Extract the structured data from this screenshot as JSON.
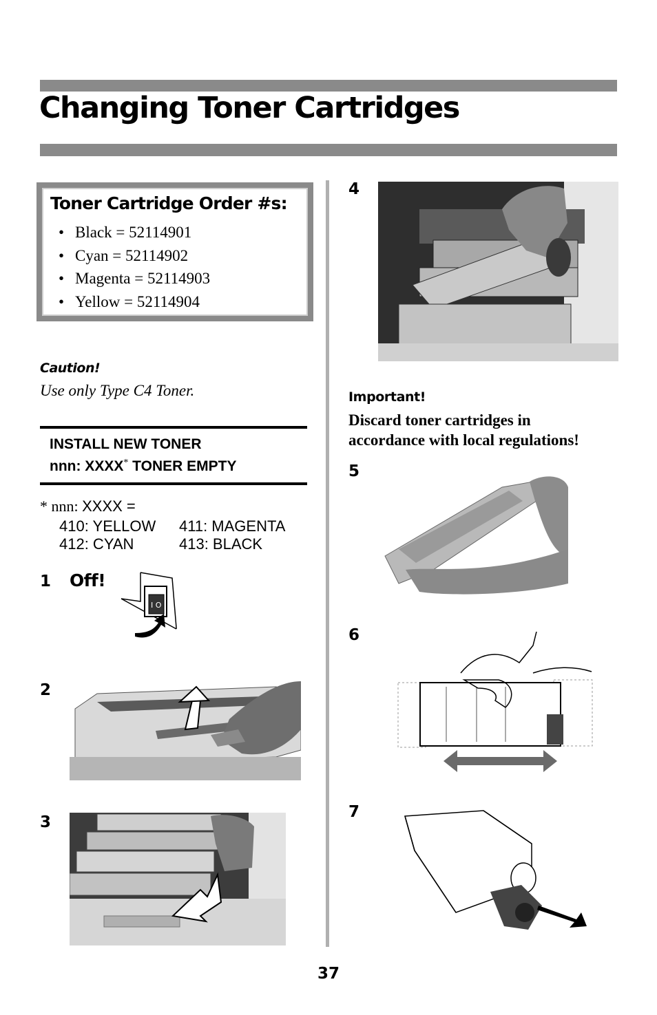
{
  "page": {
    "title": "Changing Toner Cartridges",
    "page_number": "37"
  },
  "order_box": {
    "heading": "Toner Cartridge Order #s:",
    "items": [
      {
        "bullet": "•",
        "text": "Black = 52114901"
      },
      {
        "bullet": "•",
        "text": "Cyan = 52114902"
      },
      {
        "bullet": "•",
        "text": "Magenta = 52114903"
      },
      {
        "bullet": "•",
        "text": "Yellow = 52114904"
      }
    ]
  },
  "caution": {
    "heading": "Caution!",
    "text": "Use only Type C4 Toner."
  },
  "display_message": {
    "line1": "INSTALL NEW TONER",
    "line2_prefix": "nnn: XXXX",
    "line2_mark": "*",
    "line2_suffix": " TONER EMPTY"
  },
  "footnote": {
    "star": "* nnn: ",
    "code": "XXXX =",
    "codes": [
      "410: YELLOW",
      "411: MAGENTA",
      "412: CYAN",
      "413: BLACK"
    ]
  },
  "steps": {
    "s1": "1",
    "s1_label": "Off!",
    "s2": "2",
    "s3": "3",
    "s4": "4",
    "s5": "5",
    "s6": "6",
    "s7": "7",
    "switch_text": "I O"
  },
  "important": {
    "heading": "Important!",
    "line1": "Discard toner cartridges in",
    "line2": "accordance with local regulations!"
  }
}
